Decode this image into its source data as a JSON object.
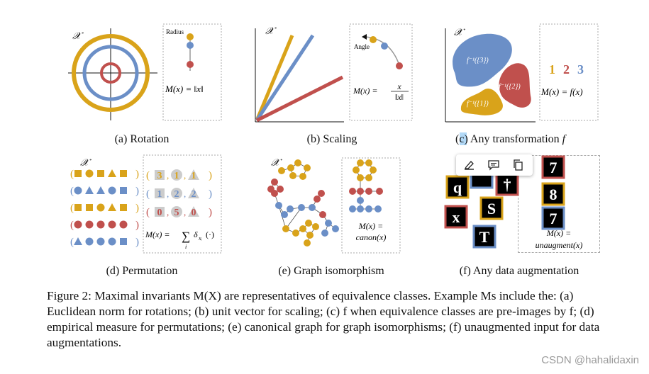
{
  "colors": {
    "orange": "#d9a31a",
    "blue": "#6b8fc7",
    "red": "#c0504d",
    "gray": "#999999"
  },
  "panels": {
    "a": {
      "caption": "(a) Rotation",
      "x_label": "𝒳",
      "side_label": "Radius",
      "formula": "M(x) = ‖x‖"
    },
    "b": {
      "caption": "(b) Scaling",
      "x_label": "𝒳",
      "side_label": "Angle",
      "formula_lhs": "M(x) =",
      "formula_num": "x",
      "formula_den": "‖x‖"
    },
    "c": {
      "caption_pre": "(",
      "caption_hl": "c",
      "caption_post": ") Any transformation ",
      "caption_f": "f",
      "x_label": "𝒳",
      "blob_labels": [
        "f⁻¹({3})",
        "f⁻¹({2})",
        "f⁻¹({1})"
      ],
      "side_nums": [
        "1",
        "2",
        "3"
      ],
      "formula": "M(x) = f(x)"
    },
    "d": {
      "caption": "(d) Permutation",
      "x_label": "𝒳",
      "counts": [
        "3",
        "1",
        "1",
        "1",
        "2",
        "2",
        "0",
        "5",
        "0"
      ],
      "formula_lhs": "M(x) =",
      "formula_sum": "∑",
      "formula_sub": "i",
      "formula_delta": "δ",
      "formula_xi": "xᵢ",
      "formula_tail": "(·)"
    },
    "e": {
      "caption": "(e) Graph isomorphism",
      "x_label": "𝒳",
      "formula_l1": "M(x) =",
      "formula_l2": "canon(x)"
    },
    "f": {
      "caption": "(f) Any data augmentation",
      "formula_l1": "M(x) =",
      "formula_l2": "unaugment(x)"
    }
  },
  "figure_caption": "Figure 2: Maximal invariants M(X) are representatives of equivalence classes. Example Ms include the: (a) Euclidean norm for rotations; (b) unit vector for scaling; (c) f when equivalence classes are pre-images by f; (d) empirical measure for permutations; (e) canonical graph for graph isomorphisms; (f) unaugmented input for data augmentations.",
  "toolbar": {
    "items": [
      "highlight-icon",
      "comment-icon",
      "copy-icon"
    ]
  },
  "watermark": "CSDN @hahalidaxin"
}
